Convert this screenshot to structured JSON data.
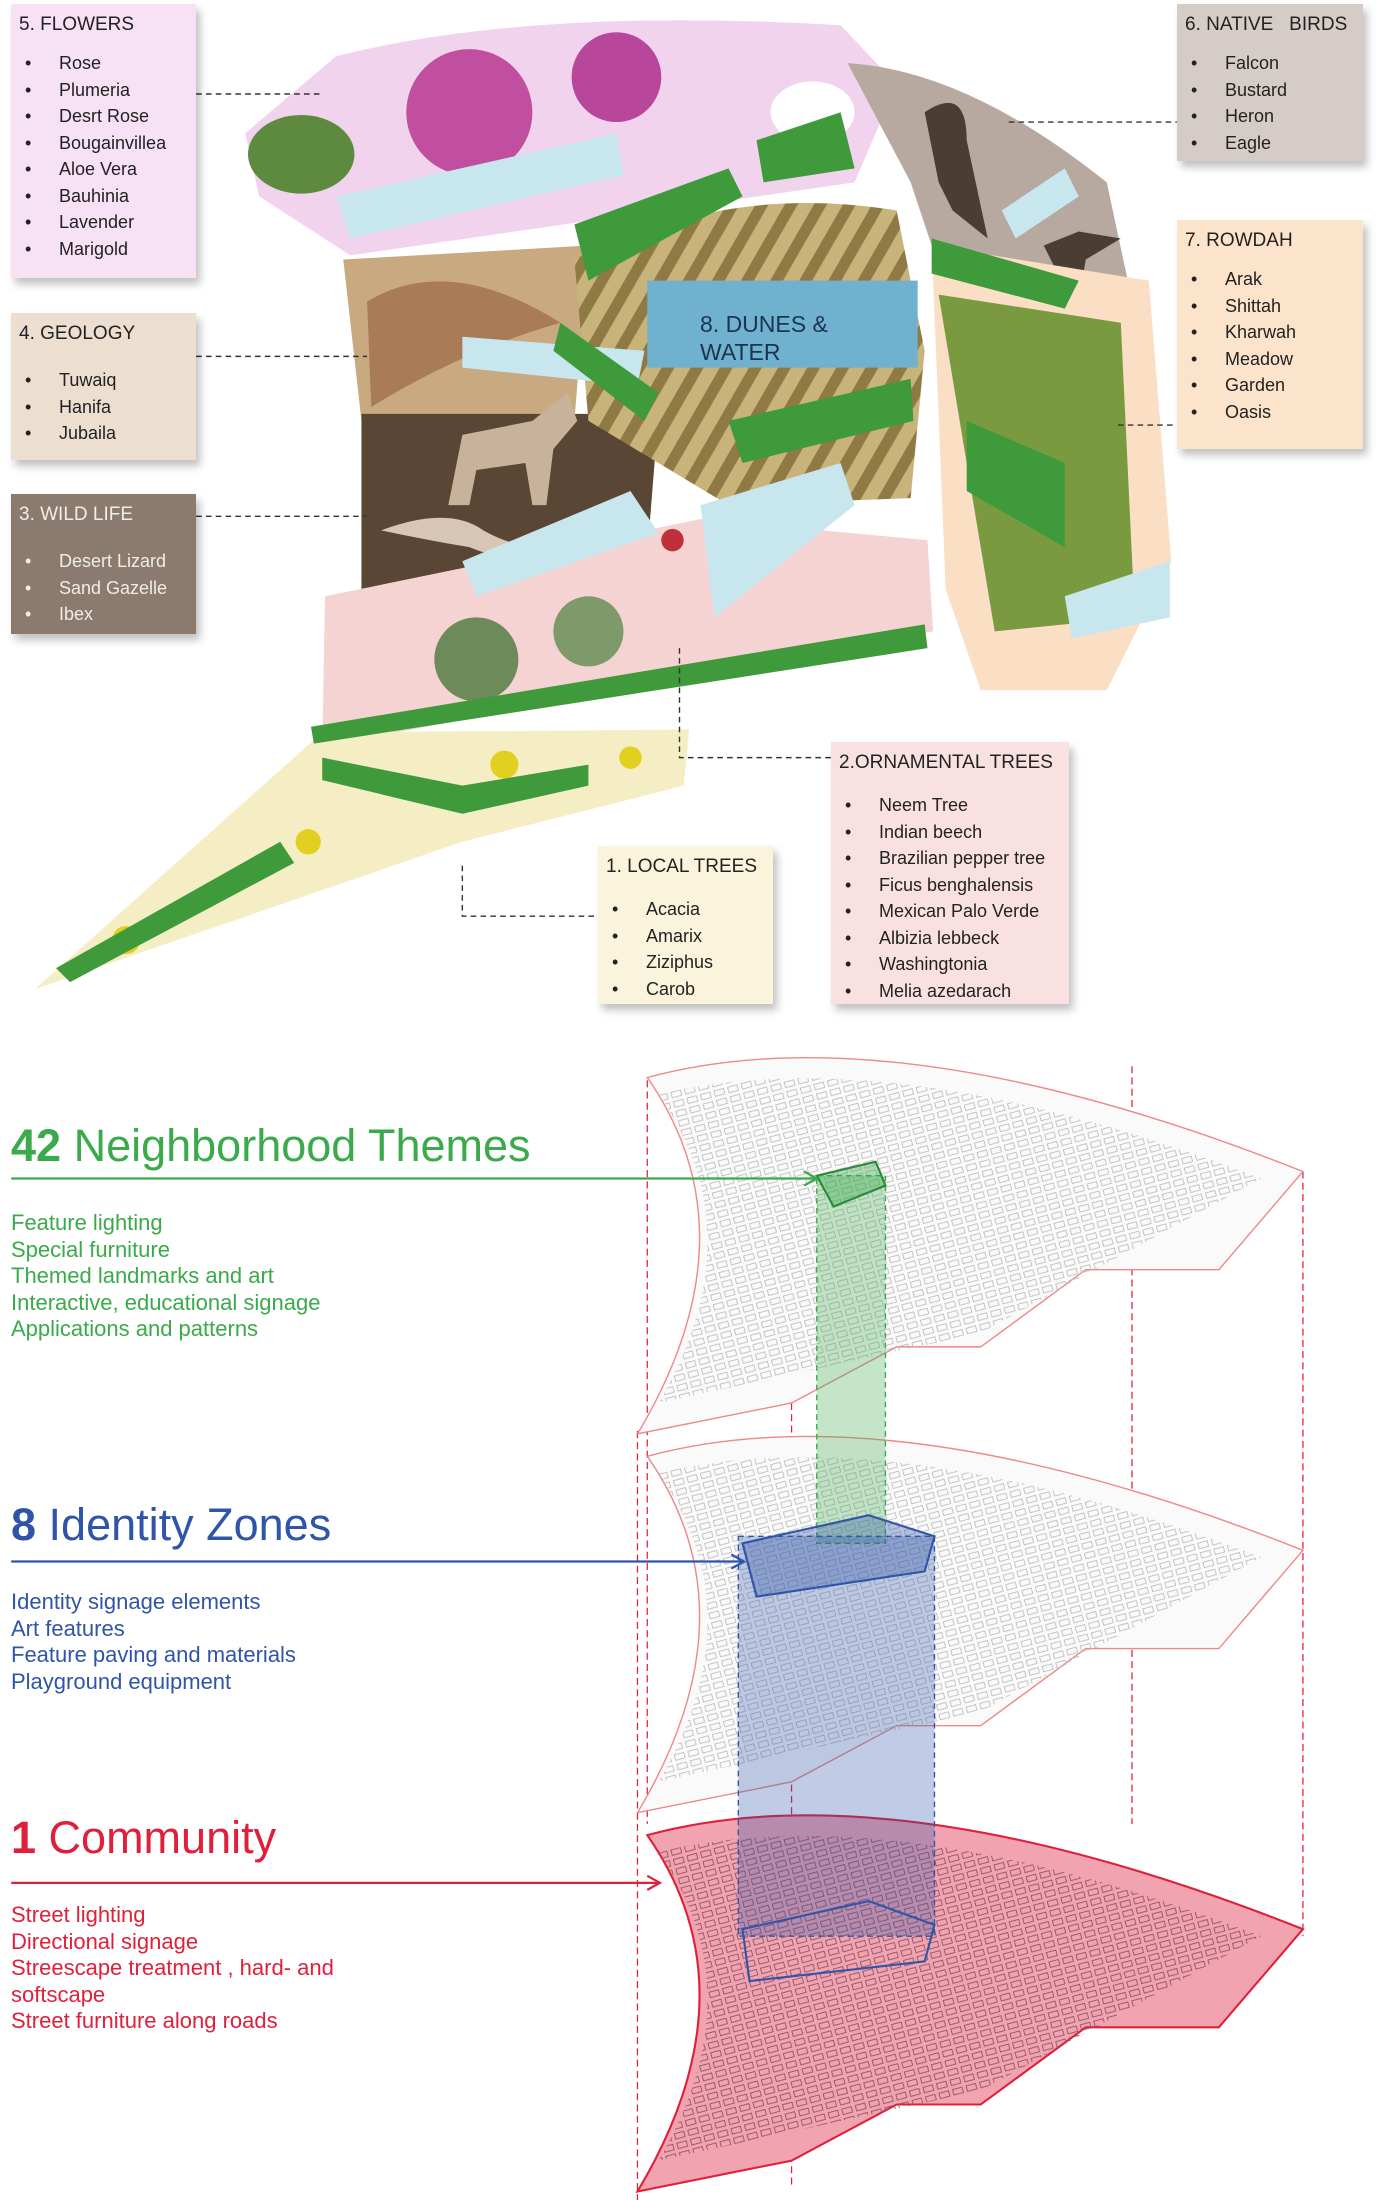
{
  "legend_boxes": {
    "flowers": {
      "title": "5. FLOWERS",
      "items": [
        "Rose",
        "Plumeria",
        "Desrt Rose",
        "Bougainvillea",
        "Aloe Vera",
        "Bauhinia",
        "Lavender",
        "Marigold"
      ],
      "color": "#f7e1f5"
    },
    "geology": {
      "title": "4. GEOLOGY",
      "items": [
        "Tuwaiq",
        "Hanifa",
        "Jubaila"
      ],
      "color": "#ecdfd0"
    },
    "wildlife": {
      "title": "3. WILD LIFE",
      "items": [
        "Desert Lizard",
        "Sand Gazelle",
        "Ibex"
      ],
      "color": "#8a7b6e"
    },
    "birds": {
      "title": "6. NATIVE   BIRDS",
      "items": [
        "Falcon",
        "Bustard",
        "Heron",
        "Eagle"
      ],
      "color": "#d6ccc7"
    },
    "rowdah": {
      "title": "7. ROWDAH",
      "items": [
        "Arak",
        "Shittah",
        "Kharwah",
        "Meadow",
        "Garden",
        "Oasis"
      ],
      "color": "#fbe3cc"
    },
    "ornamental": {
      "title": "2.ORNAMENTAL TREES",
      "items": [
        "Neem Tree",
        "Indian beech",
        "Brazilian pepper tree",
        "Ficus benghalensis",
        "Mexican Palo Verde",
        "Albizia lebbeck",
        "Washingtonia",
        "Melia azedarach"
      ],
      "color": "#f9e1e1"
    },
    "local": {
      "title": "1. LOCAL TREES",
      "items": [
        "Acacia",
        "Amarix",
        "Ziziphus",
        "Carob"
      ],
      "color": "#fbf4dc"
    }
  },
  "dunes_label": {
    "line1": "8. DUNES &",
    "line2": "WATER"
  },
  "themes": [
    {
      "number": "42",
      "title": "Neighborhood Themes",
      "color": "#3aaa4a",
      "items": [
        "Feature lighting",
        "Special furniture",
        "Themed landmarks and art",
        "Interactive, educational signage",
        "Applications and patterns"
      ]
    },
    {
      "number": "8",
      "title": "Identity Zones",
      "color": "#3055a8",
      "items": [
        "Identity signage elements",
        "Art features",
        "Feature paving and materials",
        "Playground equipment"
      ]
    },
    {
      "number": "1",
      "title": "Community",
      "color": "#e0203a",
      "items": [
        "Street lighting",
        "Directional signage",
        "Streescape treatment , hard- and",
        "softscape",
        "Street furniture along roads"
      ]
    }
  ]
}
